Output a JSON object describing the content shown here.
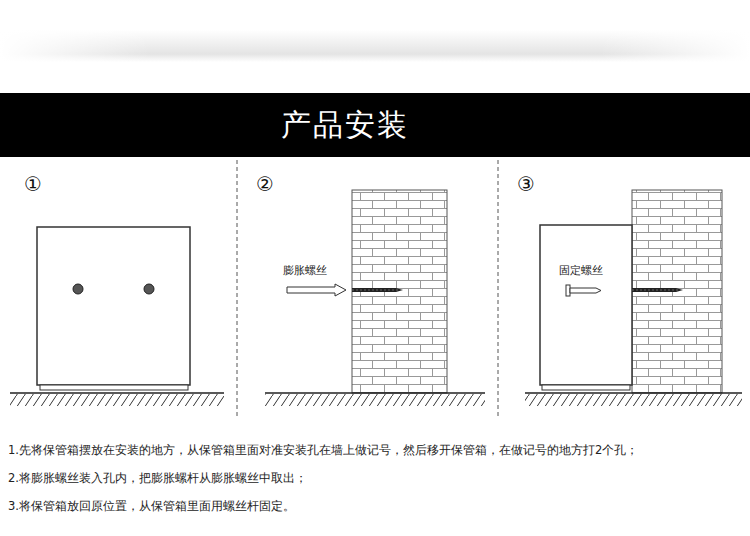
{
  "diagram": {
    "title": "产品安装",
    "labels": [
      "①",
      "②",
      "③",
      "膨胀螺丝",
      "固定螺丝",
      "1.先将保管箱摆放在安装的地方，从保管箱里面对准安装孔在墙上做记号，然后移开保管箱，在做记号的地方打2个孔；",
      "2.将膨胀螺丝装入孔内，把膨胀螺杆从膨胀螺丝中取出；",
      "3.将保管箱放回原位置，从保管箱里面用螺丝杆固定。"
    ]
  }
}
